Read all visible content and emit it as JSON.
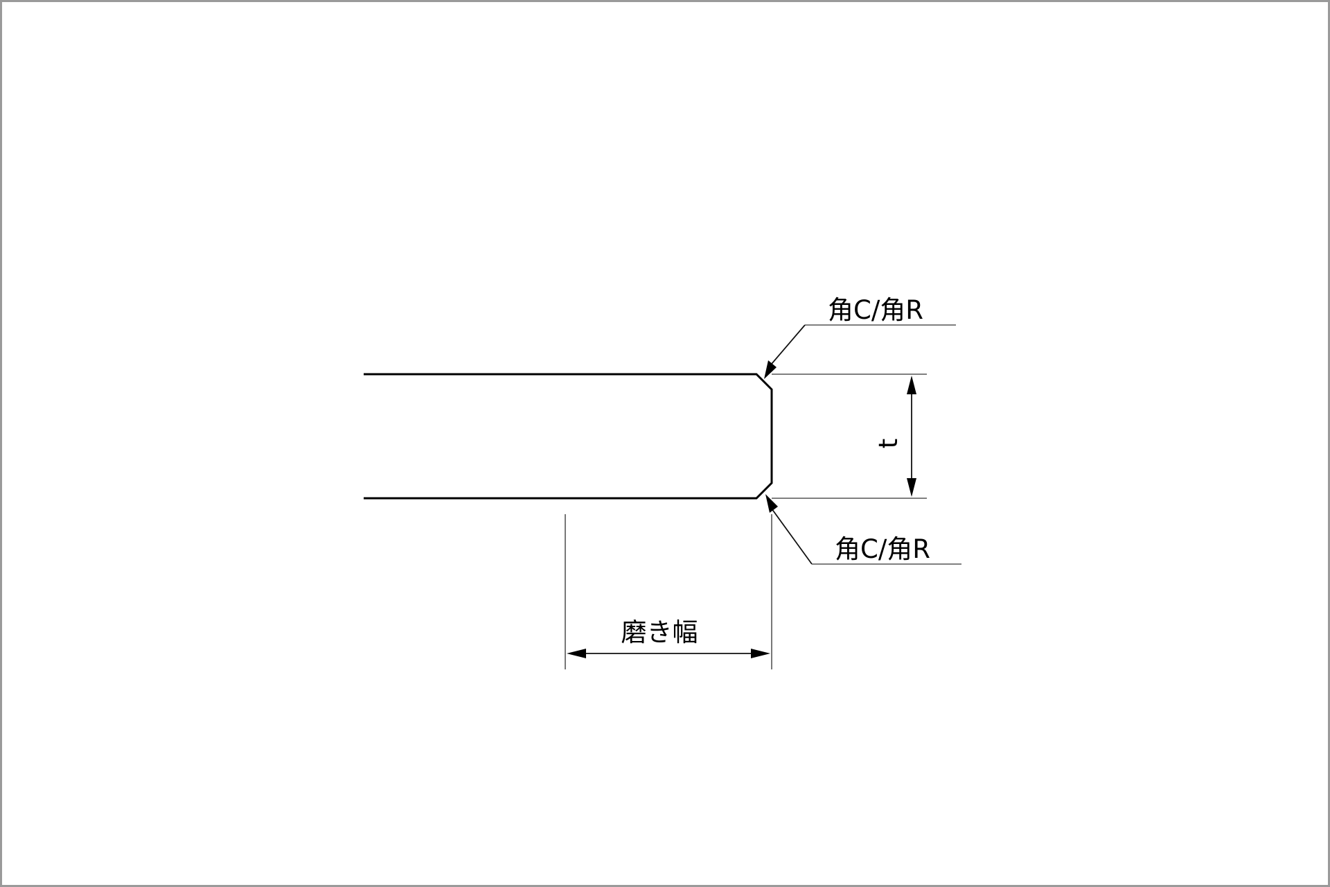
{
  "diagram": {
    "labels": {
      "corner_top": "角C/角R",
      "corner_bottom": "角C/角R",
      "thickness": "t",
      "polish_width": "磨き幅"
    },
    "colors": {
      "background": "#ffffff",
      "frame": "#9a9a9a",
      "line": "#000000"
    }
  }
}
